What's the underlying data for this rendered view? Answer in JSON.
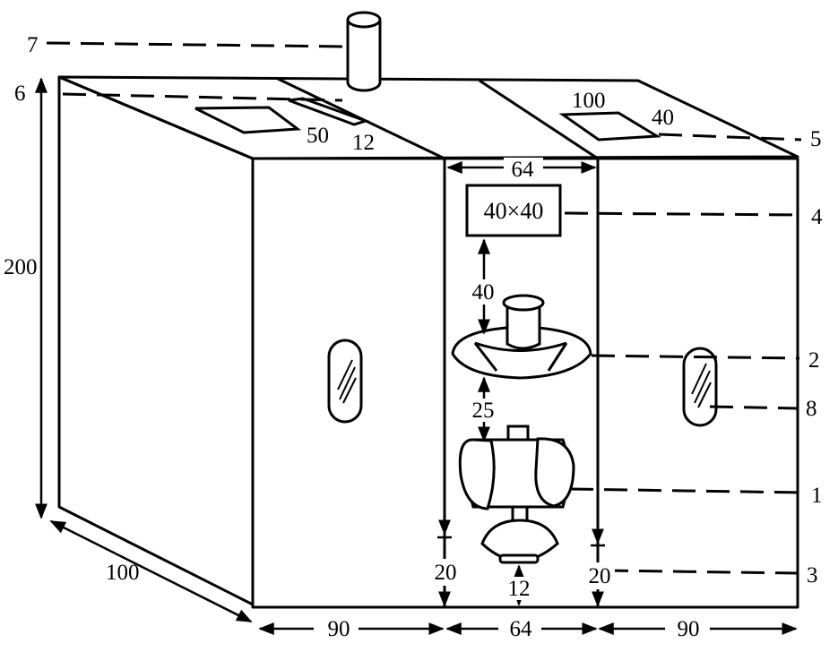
{
  "diagram": {
    "callouts": [
      "1",
      "2",
      "3",
      "4",
      "5",
      "6",
      "7",
      "8"
    ],
    "dimensions": {
      "height": "200",
      "depth": "100",
      "left_width": "90",
      "center_width": "64",
      "right_width": "90",
      "center_top_width": "64",
      "center_box": "40×40",
      "gap_box_to_lamp": "40",
      "gap_lamp_to_fan": "25",
      "left_base_clearance": "20",
      "right_base_clearance": "20",
      "fan_base": "12",
      "left_vent_width": "50",
      "left_slot_width": "12",
      "right_vent_length": "100",
      "right_vent_width": "40"
    }
  }
}
